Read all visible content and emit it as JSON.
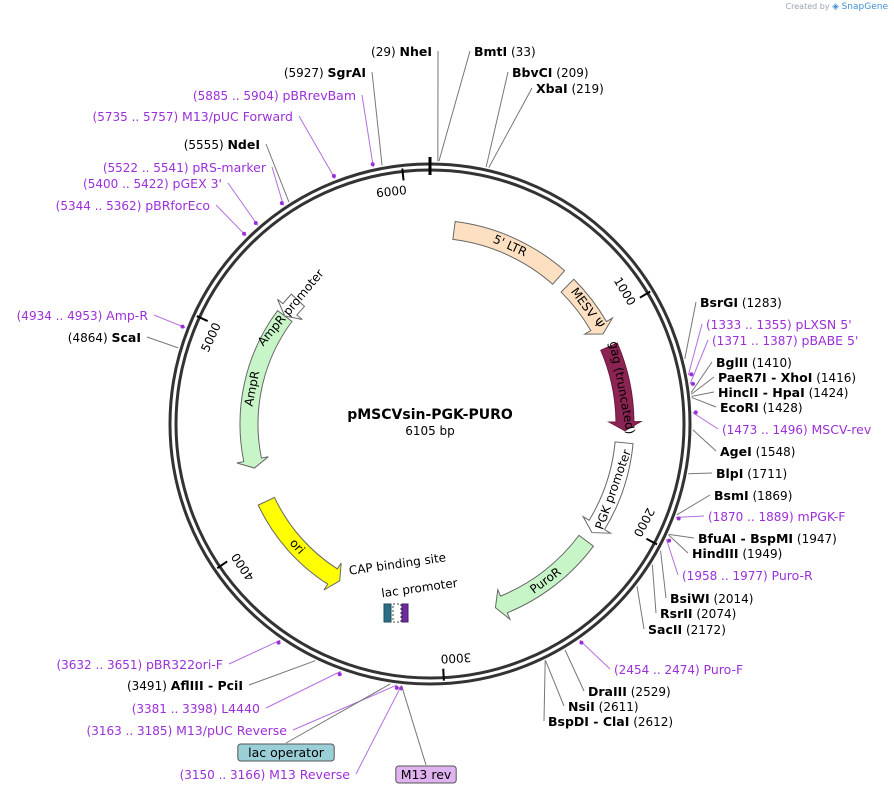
{
  "credit": {
    "prefix": "Created by",
    "brand": "SnapGene"
  },
  "plasmid": {
    "name": "pMSCVsin-PGK-PURO",
    "size_label": "6105 bp",
    "length": 6105
  },
  "colors": {
    "primer": "#9b30d9",
    "enzyme": "#000000",
    "ltr": "#fde0c2",
    "gag": "#8c2453",
    "promoter": "#ffffff",
    "puror": "#c8f5c8",
    "ampr": "#c8f5c8",
    "ori": "#ffff00",
    "lac_operator_fill": "#9bcfd8",
    "m13rev_fill": "#e0b3f0"
  },
  "ticks": [
    {
      "bp": 1000,
      "label": "1000"
    },
    {
      "bp": 2000,
      "label": "2000"
    },
    {
      "bp": 3000,
      "label": "3000"
    },
    {
      "bp": 4000,
      "label": "4000"
    },
    {
      "bp": 5000,
      "label": "5000"
    },
    {
      "bp": 6000,
      "label": "6000"
    }
  ],
  "features": [
    {
      "name": "5' LTR",
      "type": "ltr",
      "start": 120,
      "end": 700,
      "dir": 0
    },
    {
      "name": "MESV Ψ",
      "type": "ltr",
      "start": 760,
      "end": 1060,
      "dir": 1
    },
    {
      "name": "gag (truncated)",
      "type": "gag",
      "start": 1130,
      "end": 1560,
      "dir": 1
    },
    {
      "name": "PGK promoter",
      "type": "promoter",
      "start": 1620,
      "end": 2100,
      "dir": 1
    },
    {
      "name": "PuroR",
      "type": "puror",
      "start": 2150,
      "end": 2720,
      "dir": 1
    },
    {
      "name": "ori",
      "type": "ori",
      "start": 3560,
      "end": 4150,
      "dir": -1
    },
    {
      "name": "AmpR",
      "type": "ampr",
      "start": 4340,
      "end": 5200,
      "dir": -1
    },
    {
      "name": "AmpR promoter",
      "type": "promoter",
      "start": 5200,
      "end": 5310,
      "dir": -1
    }
  ],
  "small_features": [
    "CAP binding site",
    "lac promoter"
  ],
  "labels": [
    {
      "kind": "enzyme",
      "name": "NheI",
      "pos": "(29)",
      "bp": 29
    },
    {
      "kind": "enzyme",
      "name": "BmtI",
      "pos": "(33)",
      "bp": 33
    },
    {
      "kind": "enzyme",
      "name": "BbvCI",
      "pos": "(209)",
      "bp": 209
    },
    {
      "kind": "enzyme",
      "name": "XbaI",
      "pos": "(219)",
      "bp": 219
    },
    {
      "kind": "enzyme",
      "name": "SgrAI",
      "pos": "(5927)",
      "bp": 5927
    },
    {
      "kind": "primer",
      "name": "pBRrevBam",
      "pos": "(5885 .. 5904)",
      "bp": 5894
    },
    {
      "kind": "primer",
      "name": "M13/pUC Forward",
      "pos": "(5735 .. 5757)",
      "bp": 5746
    },
    {
      "kind": "enzyme",
      "name": "NdeI",
      "pos": "(5555)",
      "bp": 5555
    },
    {
      "kind": "primer",
      "name": "pRS-marker",
      "pos": "(5522 .. 5541)",
      "bp": 5531
    },
    {
      "kind": "primer",
      "name": "pGEX 3'",
      "pos": "(5400 .. 5422)",
      "bp": 5411
    },
    {
      "kind": "primer",
      "name": "pBRforEco",
      "pos": "(5344 .. 5362)",
      "bp": 5353
    },
    {
      "kind": "primer",
      "name": "Amp-R",
      "pos": "(4934 .. 4953)",
      "bp": 4943
    },
    {
      "kind": "enzyme",
      "name": "ScaI",
      "pos": "(4864)",
      "bp": 4864
    },
    {
      "kind": "enzyme",
      "name": "BsrGI",
      "pos": "(1283)",
      "bp": 1283
    },
    {
      "kind": "primer",
      "name": "pLXSN 5'",
      "pos": "(1333 .. 1355)",
      "bp": 1344
    },
    {
      "kind": "primer",
      "name": "pBABE 5'",
      "pos": "(1371 .. 1387)",
      "bp": 1379
    },
    {
      "kind": "enzyme",
      "name": "BglII",
      "pos": "(1410)",
      "bp": 1410
    },
    {
      "kind": "enzyme",
      "name": "PaeR7I - XhoI",
      "pos": "(1416)",
      "bp": 1416
    },
    {
      "kind": "enzyme",
      "name": "HincII - HpaI",
      "pos": "(1424)",
      "bp": 1424
    },
    {
      "kind": "enzyme",
      "name": "EcoRI",
      "pos": "(1428)",
      "bp": 1428
    },
    {
      "kind": "primer",
      "name": "MSCV-rev",
      "pos": "(1473 .. 1496)",
      "bp": 1484
    },
    {
      "kind": "enzyme",
      "name": "AgeI",
      "pos": "(1548)",
      "bp": 1548
    },
    {
      "kind": "enzyme",
      "name": "BlpI",
      "pos": "(1711)",
      "bp": 1711
    },
    {
      "kind": "enzyme",
      "name": "BsmI",
      "pos": "(1869)",
      "bp": 1869
    },
    {
      "kind": "primer",
      "name": "mPGK-F",
      "pos": "(1870 .. 1889)",
      "bp": 1879
    },
    {
      "kind": "enzyme",
      "name": "BfuAI - BspMI",
      "pos": "(1947)",
      "bp": 1947
    },
    {
      "kind": "enzyme",
      "name": "HindIII",
      "pos": "(1949)",
      "bp": 1949
    },
    {
      "kind": "primer",
      "name": "Puro-R",
      "pos": "(1958 .. 1977)",
      "bp": 1967
    },
    {
      "kind": "enzyme",
      "name": "BsiWI",
      "pos": "(2014)",
      "bp": 2014
    },
    {
      "kind": "enzyme",
      "name": "RsrII",
      "pos": "(2074)",
      "bp": 2074
    },
    {
      "kind": "enzyme",
      "name": "SacII",
      "pos": "(2172)",
      "bp": 2172
    },
    {
      "kind": "primer",
      "name": "Puro-F",
      "pos": "(2454 .. 2474)",
      "bp": 2464
    },
    {
      "kind": "enzyme",
      "name": "DraIII",
      "pos": "(2529)",
      "bp": 2529
    },
    {
      "kind": "enzyme",
      "name": "NsiI",
      "pos": "(2611)",
      "bp": 2611
    },
    {
      "kind": "enzyme",
      "name": "BspDI - ClaI",
      "pos": "(2612)",
      "bp": 2612
    },
    {
      "kind": "primer",
      "name": "pBR322ori-F",
      "pos": "(3632 .. 3651)",
      "bp": 3641
    },
    {
      "kind": "enzyme",
      "name": "AflIII - PciI",
      "pos": "(3491)",
      "bp": 3491
    },
    {
      "kind": "primer",
      "name": "L4440",
      "pos": "(3381 .. 3398)",
      "bp": 3389
    },
    {
      "kind": "primer",
      "name": "M13/pUC Reverse",
      "pos": "(3163 .. 3185)",
      "bp": 3174
    },
    {
      "kind": "primer",
      "name": "M13 Reverse",
      "pos": "(3150 .. 3166)",
      "bp": 3158
    },
    {
      "kind": "box",
      "name": "lac operator",
      "pos": "",
      "bp": 3200
    },
    {
      "kind": "box",
      "name": "M13 rev",
      "pos": "",
      "bp": 3158
    }
  ]
}
